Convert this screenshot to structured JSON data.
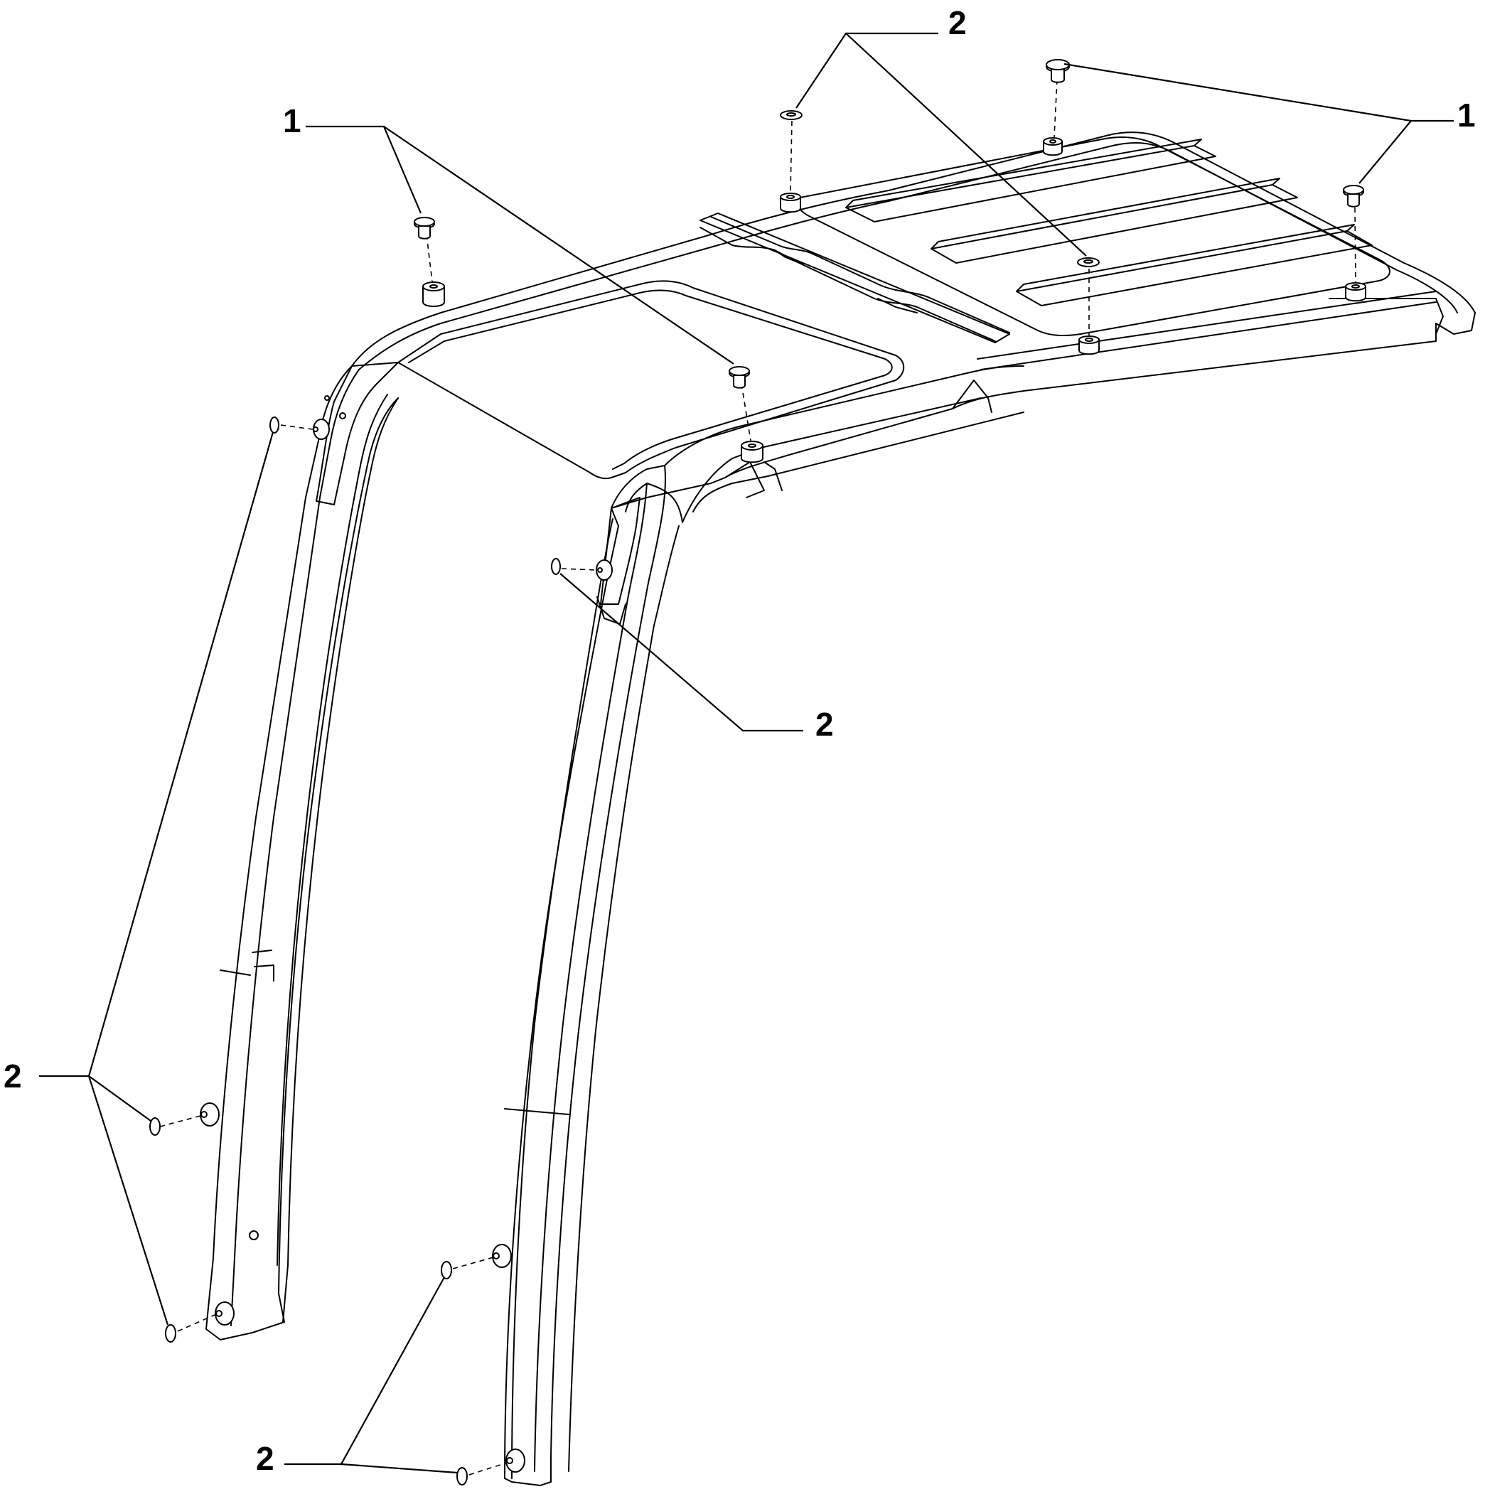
{
  "diagram": {
    "callouts": {
      "c1": "2",
      "c2": "1",
      "c3": "1",
      "c4": "2",
      "c5": "2",
      "c6": "2"
    }
  }
}
